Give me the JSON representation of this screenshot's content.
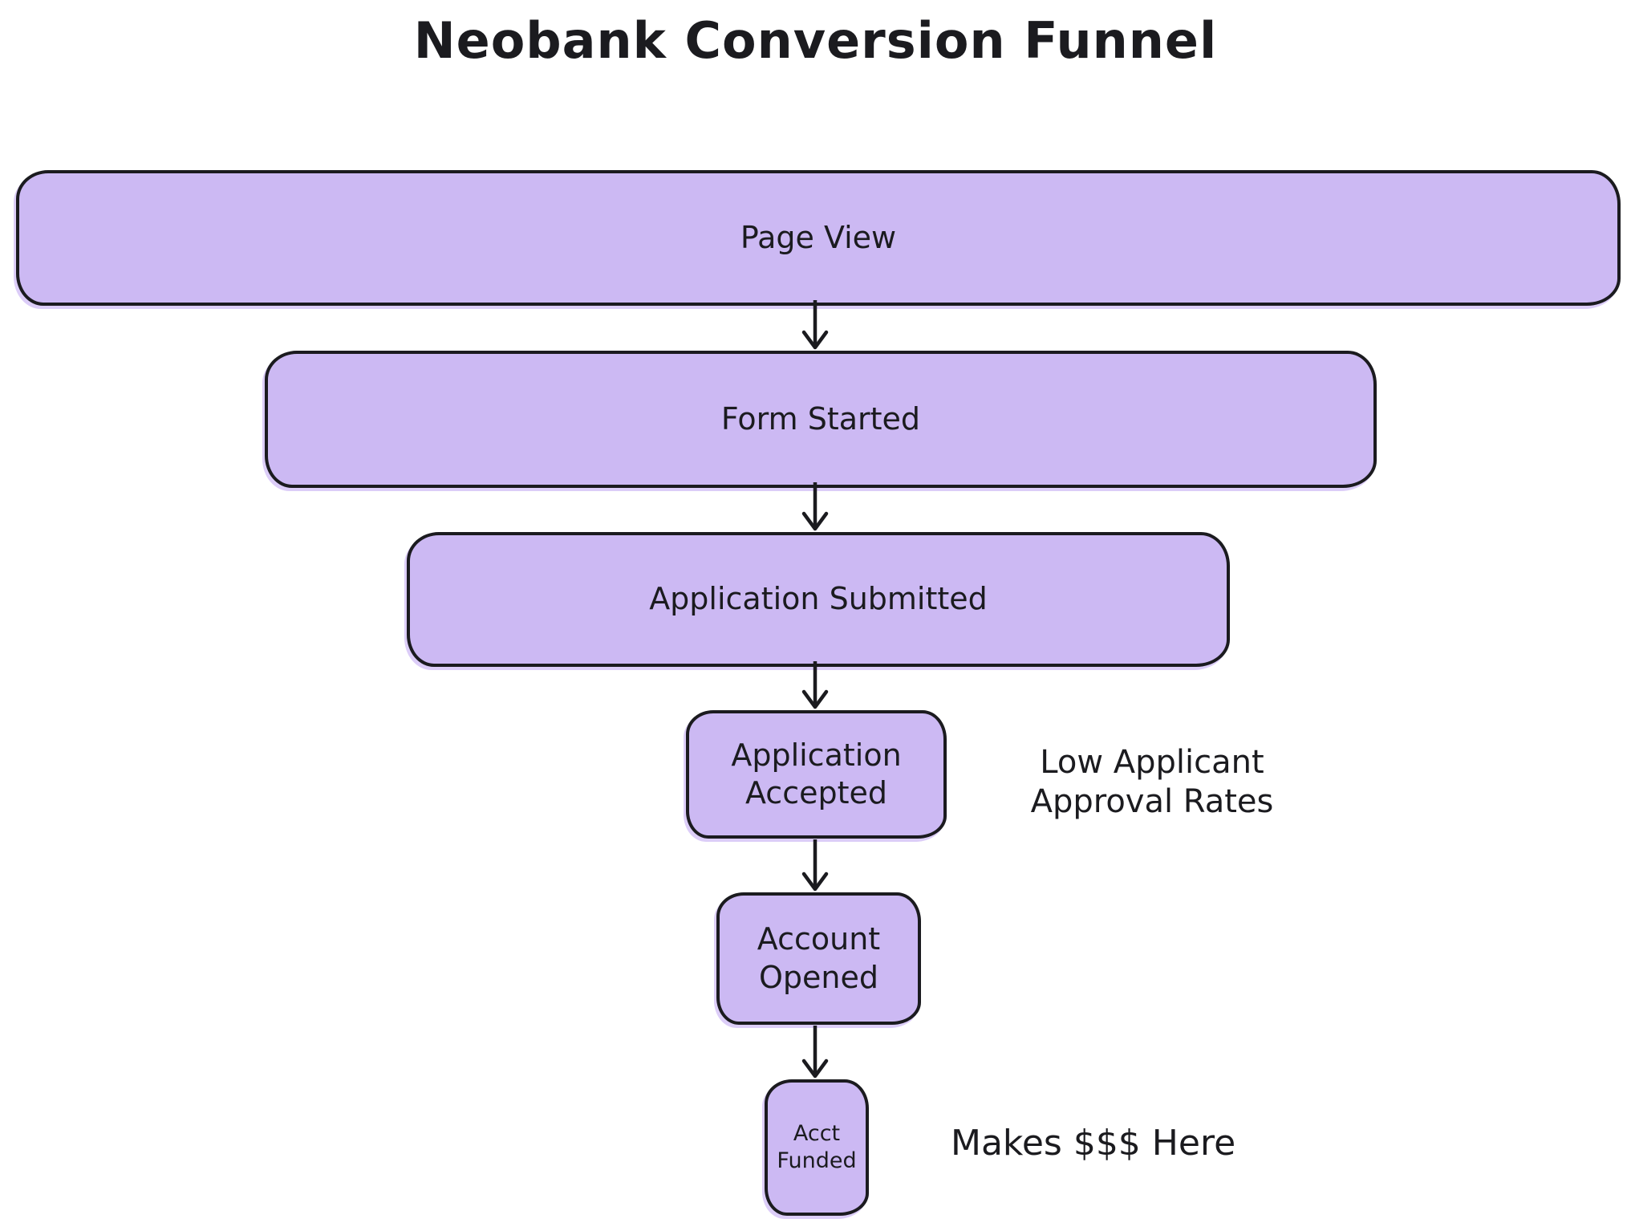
{
  "title": "Neobank Conversion Funnel",
  "diagram": {
    "type": "funnel-flowchart",
    "stages": [
      {
        "label": "Page View"
      },
      {
        "label": "Form Started"
      },
      {
        "label": "Application Submitted"
      },
      {
        "label": "Application Accepted"
      },
      {
        "label": "Account Opened"
      },
      {
        "label": "Acct Funded"
      }
    ],
    "annotations": [
      {
        "lines": [
          "Low Applicant",
          "Approval Rates"
        ],
        "attached_to": "Application Accepted"
      },
      {
        "lines": [
          "Makes $$$ Here"
        ],
        "attached_to": "Acct Funded"
      }
    ],
    "colors": {
      "stage_fill": "#ccb9f3",
      "stage_border": "#1b1b1f",
      "text": "#1b1b1f",
      "background": "#ffffff"
    }
  }
}
